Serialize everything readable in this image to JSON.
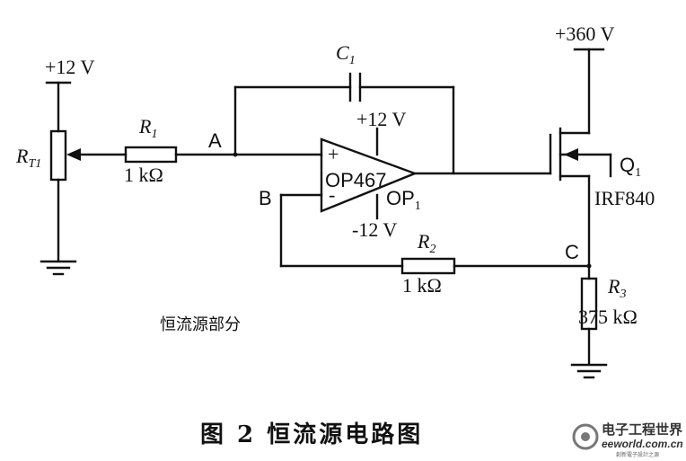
{
  "supplies": {
    "pot_supply": "+12 V",
    "drain_supply": "+360 V",
    "op_pos_supply": "+12 V",
    "op_neg_supply": "-12 V"
  },
  "pot": {
    "label_main": "R",
    "label_sub": "T1"
  },
  "r1": {
    "label_main": "R",
    "label_sub": "1",
    "value": "1 kΩ"
  },
  "r2": {
    "label_main": "R",
    "label_sub": "2",
    "value": "1 kΩ"
  },
  "r3": {
    "label_main": "R",
    "label_sub": "3",
    "value": "375 kΩ"
  },
  "c1": {
    "label_main": "C",
    "label_sub": "1"
  },
  "opamp": {
    "part": "OP467",
    "ref_main": "OP",
    "ref_sub": "1",
    "plus": "+",
    "minus": "-"
  },
  "mosfet": {
    "ref_main": "Q",
    "ref_sub": "1",
    "part": "IRF840"
  },
  "nodes": {
    "a": "A",
    "b": "B",
    "c": "C"
  },
  "section_caption": "恒流源部分",
  "figure_caption": "图 2 恒流源电路图",
  "watermark": {
    "brand": "电子工程世界",
    "url": "eeworld.com.cn",
    "tagline": "創新電子設計之源"
  }
}
